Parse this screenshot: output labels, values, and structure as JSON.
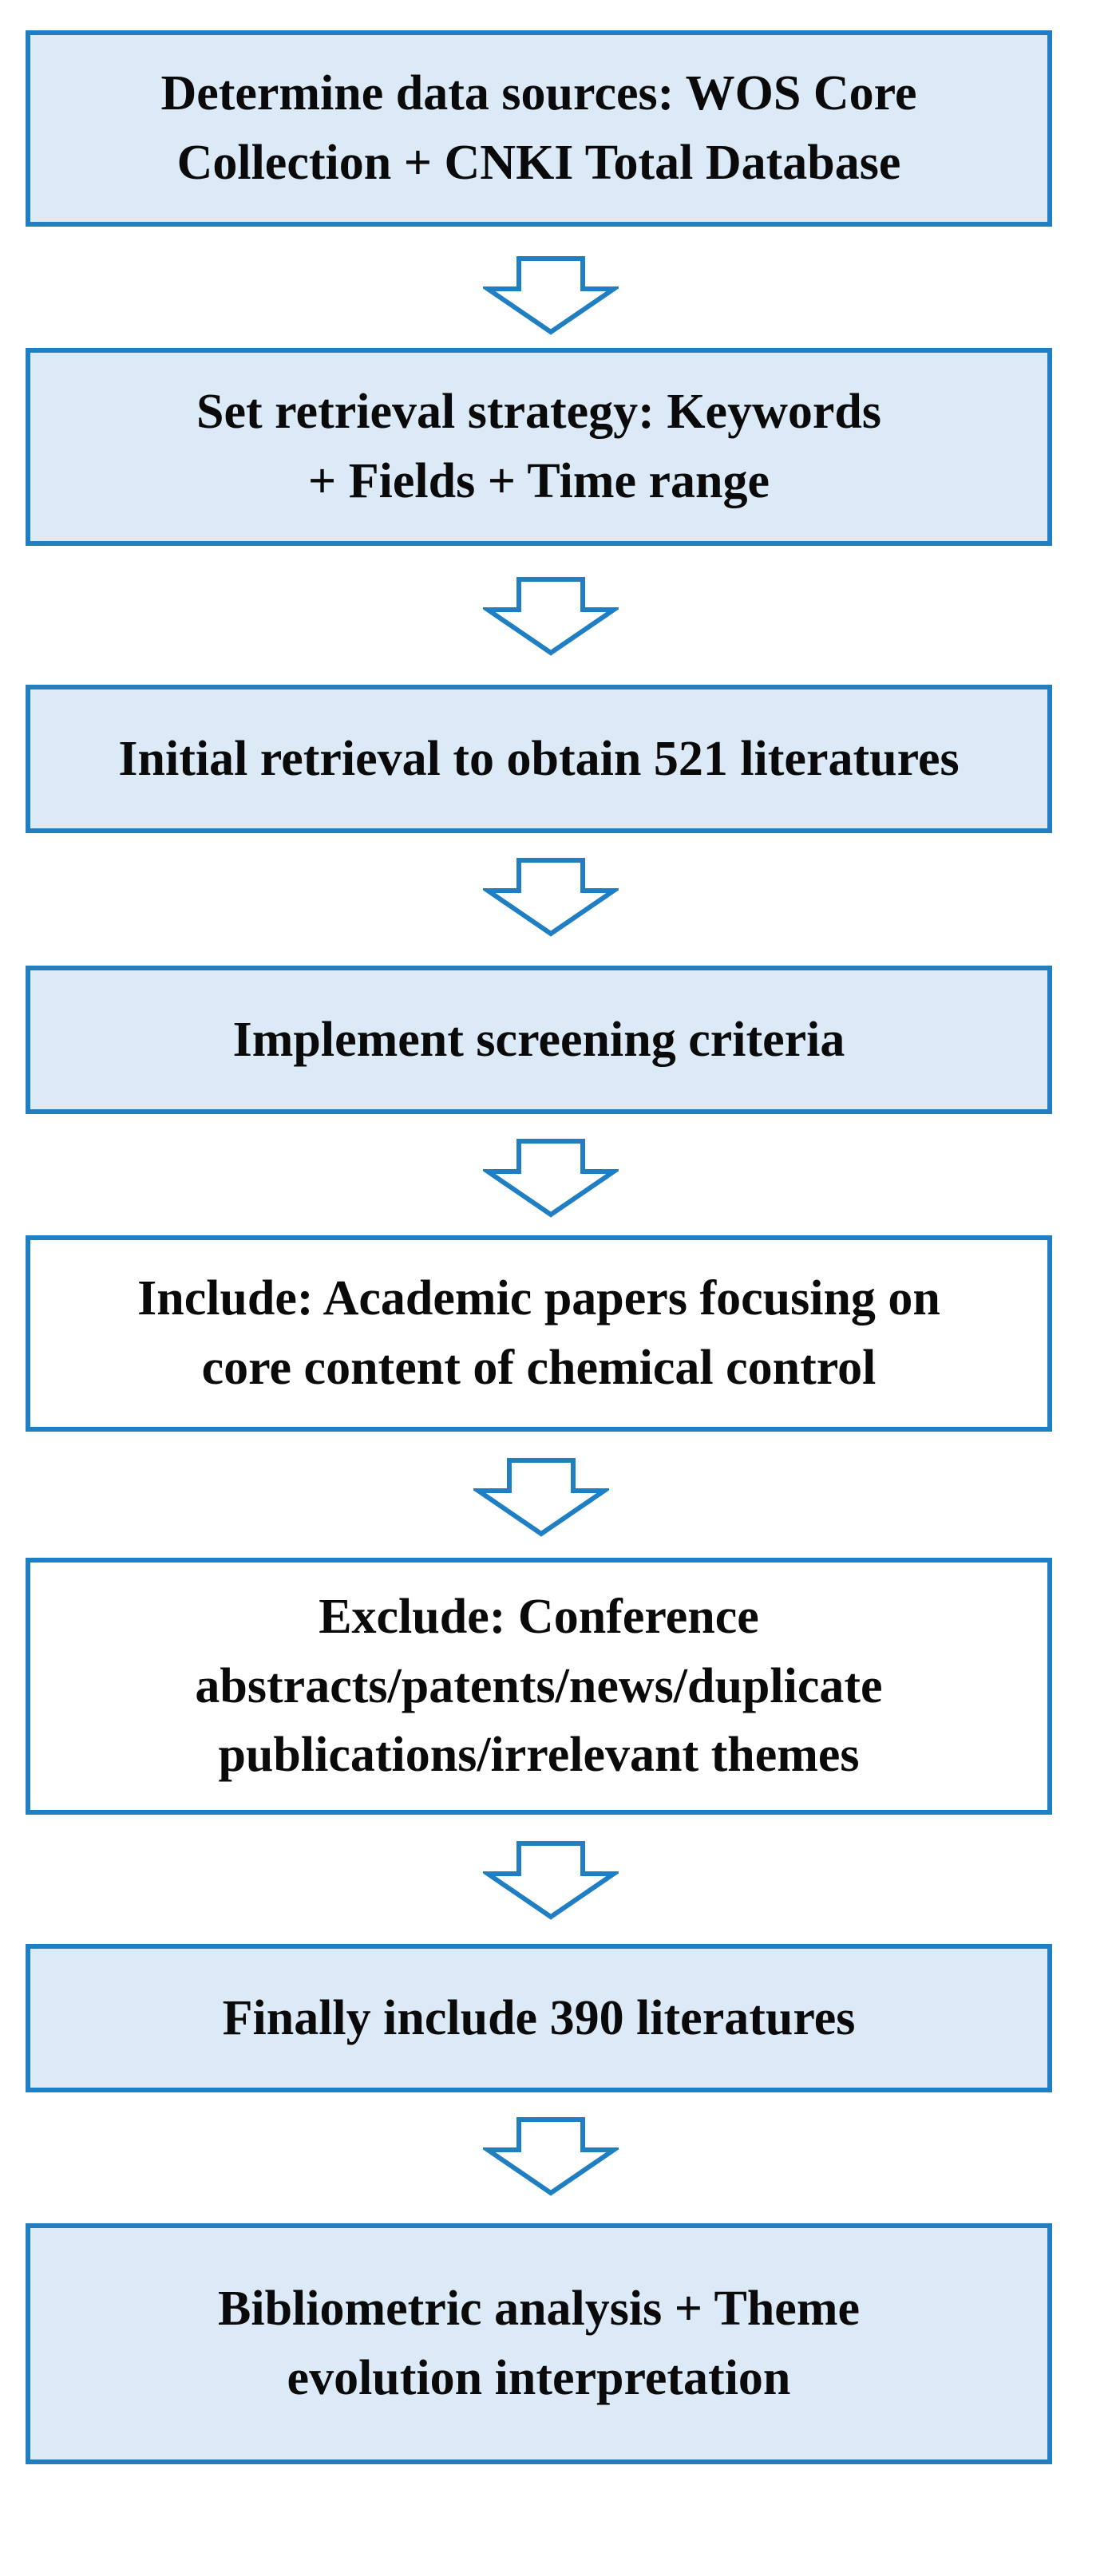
{
  "flowchart": {
    "steps": [
      {
        "id": "step-1",
        "style": "filled",
        "text": "Determine data sources: WOS Core\nCollection + CNKI Total Database"
      },
      {
        "id": "step-2",
        "style": "filled",
        "text": "Set retrieval strategy: Keywords\n+ Fields + Time range"
      },
      {
        "id": "step-3",
        "style": "filled",
        "text": "Initial retrieval to obtain 521 literatures"
      },
      {
        "id": "step-4",
        "style": "filled",
        "text": "Implement screening criteria"
      },
      {
        "id": "step-5",
        "style": "plain",
        "text": "Include: Academic papers focusing on\ncore content of chemical control"
      },
      {
        "id": "step-6",
        "style": "plain",
        "text": "Exclude: Conference\nabstracts/patents/news/duplicate\npublications/irrelevant themes"
      },
      {
        "id": "step-7",
        "style": "filled",
        "text": "Finally include 390 literatures"
      },
      {
        "id": "step-8",
        "style": "filled",
        "text": "Bibliometric analysis + Theme\nevolution interpretation"
      }
    ],
    "colors": {
      "border": "#1f7fc2",
      "fill": "#dce9f6",
      "arrow_fill": "#ffffff",
      "text": "#0a0a0a"
    },
    "arrow_icon": "down-arrow-icon"
  }
}
